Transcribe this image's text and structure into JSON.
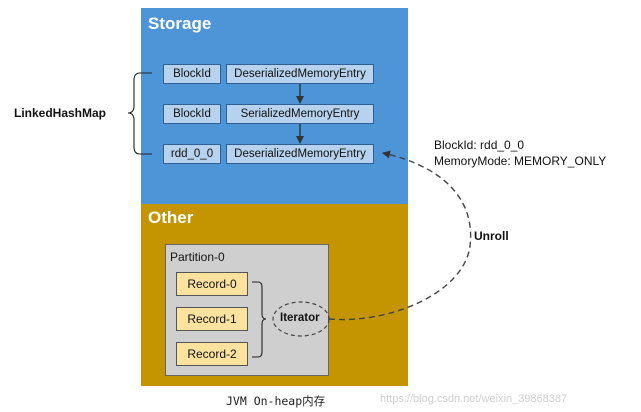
{
  "storage": {
    "title": "Storage",
    "rows": [
      {
        "key": "BlockId",
        "entry": "DeserializedMemoryEntry"
      },
      {
        "key": "BlockId",
        "entry": "SerializedMemoryEntry"
      },
      {
        "key": "rdd_0_0",
        "entry": "DeserializedMemoryEntry"
      }
    ]
  },
  "other": {
    "title": "Other",
    "partition": {
      "label": "Partition-0",
      "records": [
        "Record-0",
        "Record-1",
        "Record-2"
      ],
      "iterator": "Iterator"
    }
  },
  "labels": {
    "linked_hash_map": "LinkedHashMap",
    "block_id": "BlockId:  rdd_0_0",
    "memory_mode": "MemoryMode:   MEMORY_ONLY",
    "unroll": "Unroll"
  },
  "caption": "JVM On-heap内存",
  "watermark": "https://blog.csdn.net/weixin_39868387",
  "colors": {
    "storage": "#4e95d8",
    "other": "#c49500",
    "entry_cell": "#b6d2ee",
    "record": "#fbe39f",
    "partition": "#cfcfcf"
  }
}
